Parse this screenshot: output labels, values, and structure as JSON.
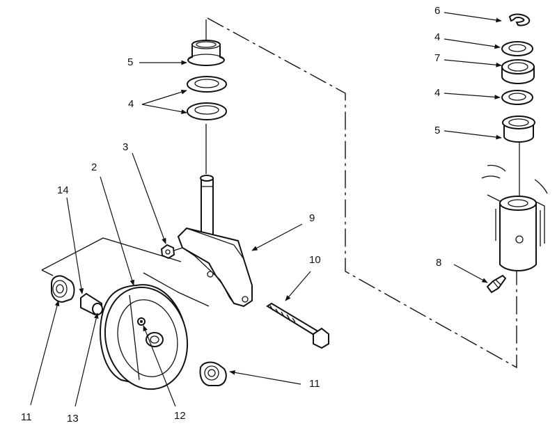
{
  "diagram": {
    "callouts": [
      {
        "id": "c6",
        "text": "6"
      },
      {
        "id": "c4a",
        "text": "4"
      },
      {
        "id": "c7",
        "text": "7"
      },
      {
        "id": "c4b",
        "text": "4"
      },
      {
        "id": "c5r",
        "text": "5"
      },
      {
        "id": "c8",
        "text": "8"
      },
      {
        "id": "c5l",
        "text": "5"
      },
      {
        "id": "c4l",
        "text": "4"
      },
      {
        "id": "c3",
        "text": "3"
      },
      {
        "id": "c2",
        "text": "2"
      },
      {
        "id": "c14",
        "text": "14"
      },
      {
        "id": "c9",
        "text": "9"
      },
      {
        "id": "c10",
        "text": "10"
      },
      {
        "id": "c11a",
        "text": "11"
      },
      {
        "id": "c11b",
        "text": "11"
      },
      {
        "id": "c13",
        "text": "13"
      },
      {
        "id": "c12",
        "text": "12"
      }
    ]
  }
}
